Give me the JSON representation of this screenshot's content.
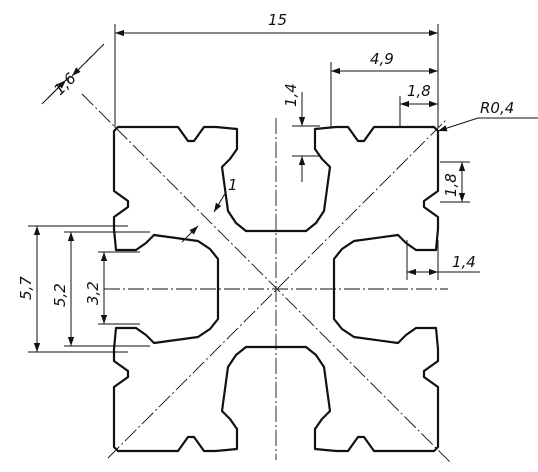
{
  "dimensions": {
    "overall_width": "15",
    "slot_offset": "4,9",
    "slot_opening": "1,8",
    "corner_radius": "R0,4",
    "lip_thickness_top": "1,4",
    "slot_height_right": "1,8",
    "lip_thickness_right": "1,4",
    "diagonal_wall": "1,6",
    "inner_wall": "1",
    "outer_span": "5,7",
    "mid_span": "5,2",
    "inner_span": "3,2"
  }
}
